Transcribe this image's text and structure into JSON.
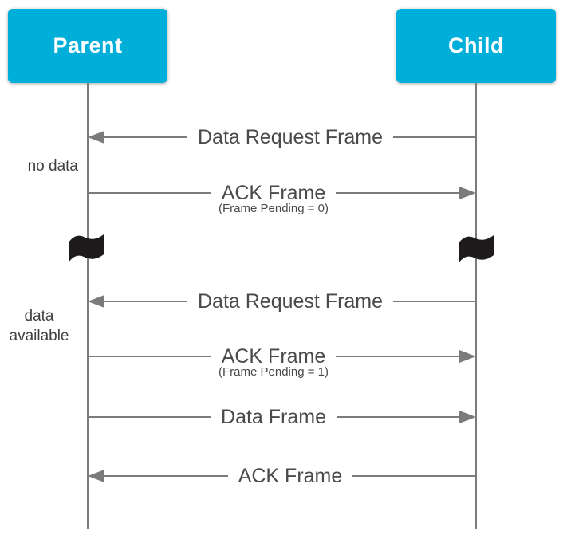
{
  "actors": [
    {
      "name": "Parent"
    },
    {
      "name": "Child"
    }
  ],
  "side_notes": {
    "no_data": "no data",
    "data_available_line1": "data",
    "data_available_line2": "available"
  },
  "messages": [
    {
      "label": "Data Request Frame",
      "direction": "left",
      "from": "Child",
      "to": "Parent"
    },
    {
      "label": "ACK Frame",
      "subtitle": "(Frame Pending = 0)",
      "direction": "right",
      "from": "Parent",
      "to": "Child"
    },
    {
      "label": "Data Request Frame",
      "direction": "left",
      "from": "Child",
      "to": "Parent"
    },
    {
      "label": "ACK Frame",
      "subtitle": "(Frame Pending = 1)",
      "direction": "right",
      "from": "Parent",
      "to": "Child"
    },
    {
      "label": "Data Frame",
      "direction": "right",
      "from": "Parent",
      "to": "Child"
    },
    {
      "label": "ACK Frame",
      "direction": "left",
      "from": "Child",
      "to": "Parent"
    }
  ],
  "icons": {
    "flag": "time-break-flag"
  },
  "colors": {
    "actor_fill": "#00AEDA",
    "actor_text": "#FFFFFF",
    "line": "#7B7B7B",
    "label": "#4A4A4A",
    "note": "#3F3F3F",
    "flag": "#1F1B1C"
  }
}
